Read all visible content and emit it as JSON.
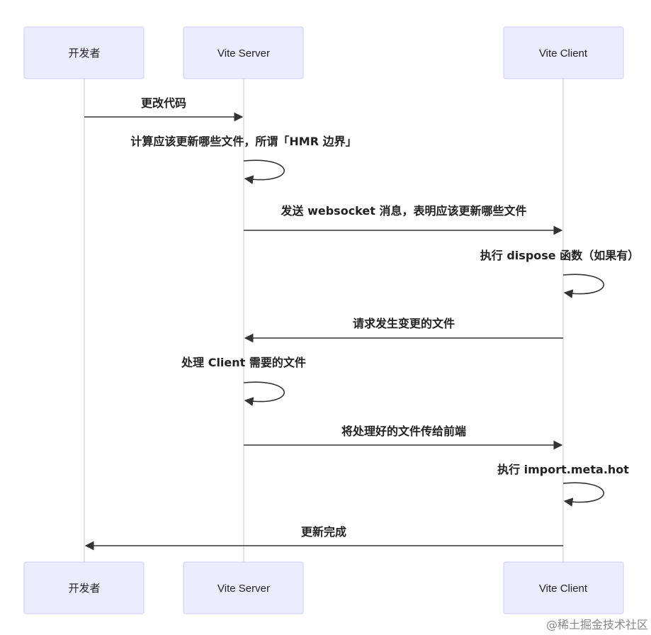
{
  "participants": [
    {
      "id": "dev",
      "label": "开发者"
    },
    {
      "id": "server",
      "label": "Vite Server"
    },
    {
      "id": "client",
      "label": "Vite Client"
    }
  ],
  "messages": [
    {
      "from": "dev",
      "to": "server",
      "text": "更改代码"
    },
    {
      "from": "server",
      "to": "server",
      "text": "计算应该更新哪些文件，所谓「HMR 边界」"
    },
    {
      "from": "server",
      "to": "client",
      "text": "发送 websocket 消息，表明应该更新哪些文件"
    },
    {
      "from": "client",
      "to": "client",
      "text": "执行 dispose 函数（如果有）"
    },
    {
      "from": "client",
      "to": "server",
      "text": "请求发生变更的文件"
    },
    {
      "from": "server",
      "to": "server",
      "text": "处理 Client 需要的文件"
    },
    {
      "from": "server",
      "to": "client",
      "text": "将处理好的文件传给前端"
    },
    {
      "from": "client",
      "to": "client",
      "text": "执行 import.meta.hot"
    },
    {
      "from": "client",
      "to": "dev",
      "text": "更新完成"
    }
  ],
  "watermark": "@稀土掘金技术社区",
  "colors": {
    "actor_fill": "#ECECFF",
    "actor_stroke": "#CCCCFF",
    "line": "#333333"
  }
}
